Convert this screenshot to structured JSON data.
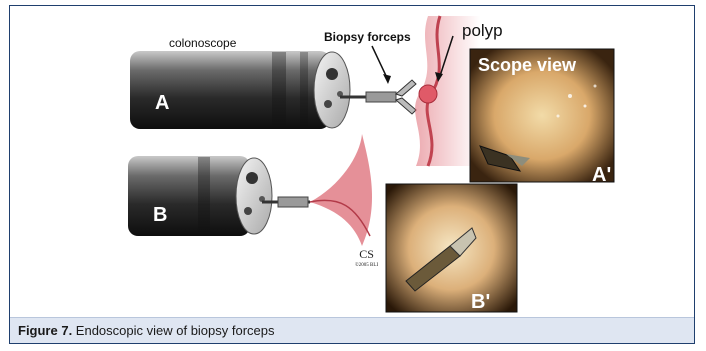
{
  "labels": {
    "colonoscope": "colonoscope",
    "biopsy_forceps": "Biopsy forceps",
    "polyp": "polyp",
    "panel_a": "A",
    "panel_b": "B",
    "scope_view": "Scope view",
    "panel_a_prime": "A'",
    "panel_b_prime": "B'",
    "cs_mark": "CS",
    "cs_small": "©2005 BLI"
  },
  "caption": {
    "figure_label": "Figure 7.",
    "text": " Endoscopic view of biopsy forceps"
  },
  "colors": {
    "frame": "#1f3f6e",
    "caption_bg": "#dfe6f2",
    "tissue": "#d9535f"
  }
}
